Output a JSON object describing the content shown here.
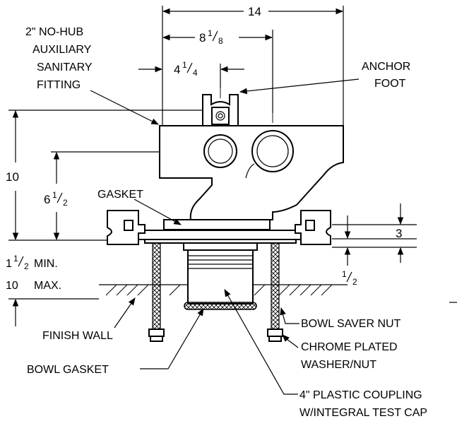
{
  "dimensions": {
    "overall_width": "14",
    "centerline_spacing_whole": "8",
    "centerline_spacing_frac_num": "1",
    "centerline_spacing_frac_den": "8",
    "aux_offset_whole": "4",
    "aux_offset_frac_num": "1",
    "aux_offset_frac_den": "4",
    "overall_height": "10",
    "outlet_height_whole": "6",
    "outlet_height_frac_num": "1",
    "outlet_height_frac_den": "2",
    "plate_height": "3",
    "plate_thickness_num": "1",
    "plate_thickness_den": "2"
  },
  "wall_range": {
    "min_whole": "1",
    "min_frac_num": "1",
    "min_frac_den": "2",
    "min_suffix": "MIN.",
    "max_value": "10",
    "max_suffix": "MAX."
  },
  "callouts": {
    "aux_fitting": [
      "2\" NO-HUB",
      "AUXILIARY",
      "SANITARY",
      "FITTING"
    ],
    "anchor_foot": [
      "ANCHOR",
      "FOOT"
    ],
    "gasket": "GASKET",
    "finish_wall": "FINISH WALL",
    "bowl_gasket": "BOWL GASKET",
    "bowl_saver_nut": "BOWL SAVER NUT",
    "chrome_washer_nut": [
      "CHROME PLATED",
      "WASHER/NUT"
    ],
    "plastic_coupling": [
      "4\" PLASTIC COUPLING",
      "W/INTEGRAL TEST CAP"
    ]
  }
}
